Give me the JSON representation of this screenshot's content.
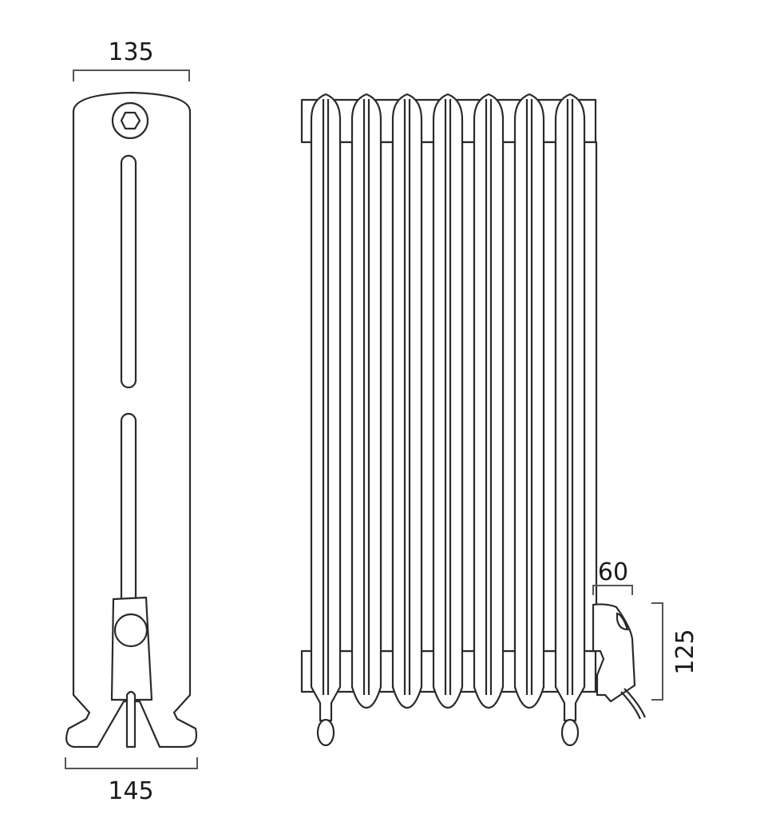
{
  "dimensions": {
    "side_top_width": "135",
    "side_base_width": "145",
    "valve_width": "60",
    "valve_height": "125"
  },
  "front_view": {
    "column_count": 7
  },
  "colors": {
    "line": "#2a2a2a",
    "dimension_line": "#555555",
    "background": "#ffffff"
  }
}
